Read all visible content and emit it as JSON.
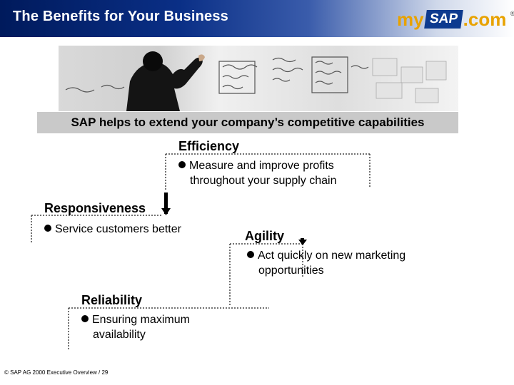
{
  "title": "The Benefits for Your Business",
  "logo": {
    "my": "my",
    "sap": "SAP",
    "dot": ".",
    "com": "com",
    "reg": "®"
  },
  "subtitle": "SAP helps to extend your company’s competitive capabilities",
  "efficiency": {
    "heading": "Efficiency",
    "line1": "Measure and improve profits",
    "line2": "throughout your supply chain"
  },
  "responsiveness": {
    "heading": "Responsiveness",
    "line1": "Service customers better"
  },
  "agility": {
    "heading": "Agility",
    "line1": "Act quickly on new marketing",
    "line2": "opportunities"
  },
  "reliability": {
    "heading": "Reliability",
    "line1": "Ensuring maximum",
    "line2": "availability"
  },
  "footer": "©  SAP AG 2000 Executive Overview  /  29"
}
